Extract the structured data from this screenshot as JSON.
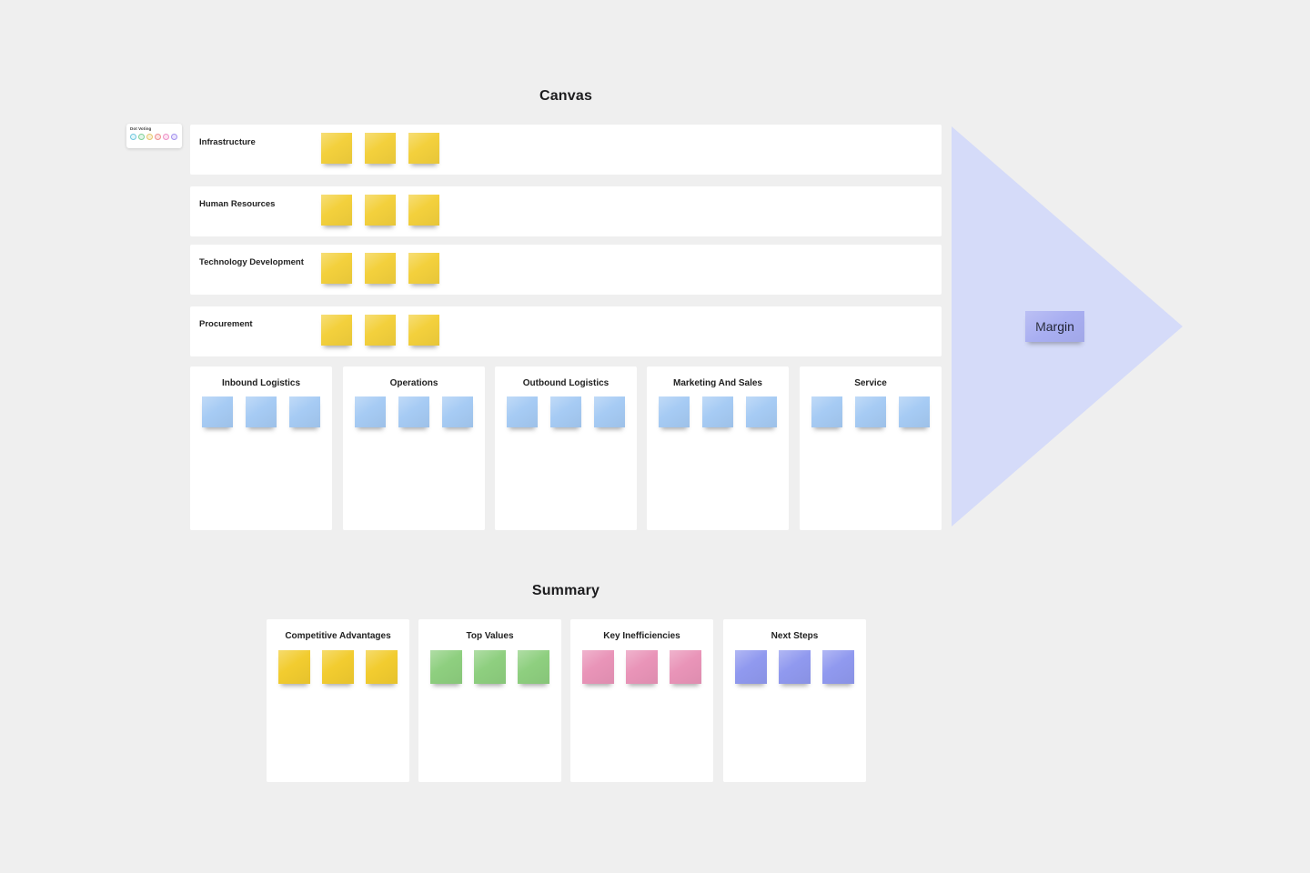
{
  "canvas": {
    "title": "Canvas",
    "dot_voting": {
      "label": "Dot Voting",
      "dots": [
        {
          "name": "blue",
          "ring": "#6ec8de",
          "fill": "#e3f6fa"
        },
        {
          "name": "green",
          "ring": "#7fd097",
          "fill": "#e2f6e9"
        },
        {
          "name": "yellow",
          "ring": "#e5c76e",
          "fill": "#faf0d7"
        },
        {
          "name": "red",
          "ring": "#ee9191",
          "fill": "#fce3e3"
        },
        {
          "name": "pink",
          "ring": "#ee91c6",
          "fill": "#fce3f2"
        },
        {
          "name": "purple",
          "ring": "#a291ee",
          "fill": "#e9e3fc"
        }
      ]
    },
    "rows": [
      {
        "label": "Infrastructure",
        "note_color": "#f3d03c"
      },
      {
        "label": "Human Resources",
        "note_color": "#f3d03c"
      },
      {
        "label": "Technology Development",
        "note_color": "#f3d03c"
      },
      {
        "label": "Procurement",
        "note_color": "#f3d03c"
      }
    ],
    "columns": [
      {
        "label": "Inbound Logistics",
        "note_color": "#a6cbf4"
      },
      {
        "label": "Operations",
        "note_color": "#a6cbf4"
      },
      {
        "label": "Outbound Logistics",
        "note_color": "#a6cbf4"
      },
      {
        "label": "Marketing And Sales",
        "note_color": "#a6cbf4"
      },
      {
        "label": "Service",
        "note_color": "#a6cbf4"
      }
    ],
    "margin": {
      "label": "Margin",
      "note_color": "#a8aef1",
      "triangle_color": "#d5dbf9"
    }
  },
  "summary": {
    "title": "Summary",
    "cards": [
      {
        "label": "Competitive Advantages",
        "note_color": "#f2cc2f"
      },
      {
        "label": "Top Values",
        "note_color": "#8ecf7f"
      },
      {
        "label": "Key Inefficiencies",
        "note_color": "#e994b8"
      },
      {
        "label": "Next Steps",
        "note_color": "#9099ef"
      }
    ]
  }
}
